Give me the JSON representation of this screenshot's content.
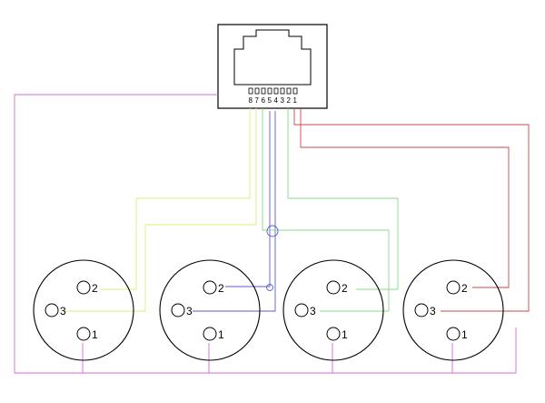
{
  "colors": {
    "pink": "#d36ad3",
    "yellow": "#e3ea78",
    "blue": "#5c5cc8",
    "green": "#8cd88c",
    "red": "#c8484c",
    "outline": "#000000"
  },
  "rj45": {
    "pin_numbers": [
      "8",
      "7",
      "6",
      "5",
      "4",
      "3",
      "2",
      "1"
    ]
  },
  "xlr": [
    {
      "pins": {
        "p1": "1",
        "p2": "2",
        "p3": "3"
      }
    },
    {
      "pins": {
        "p1": "1",
        "p2": "2",
        "p3": "3"
      }
    },
    {
      "pins": {
        "p1": "1",
        "p2": "2",
        "p3": "3"
      }
    },
    {
      "pins": {
        "p1": "1",
        "p2": "2",
        "p3": "3"
      }
    }
  ]
}
